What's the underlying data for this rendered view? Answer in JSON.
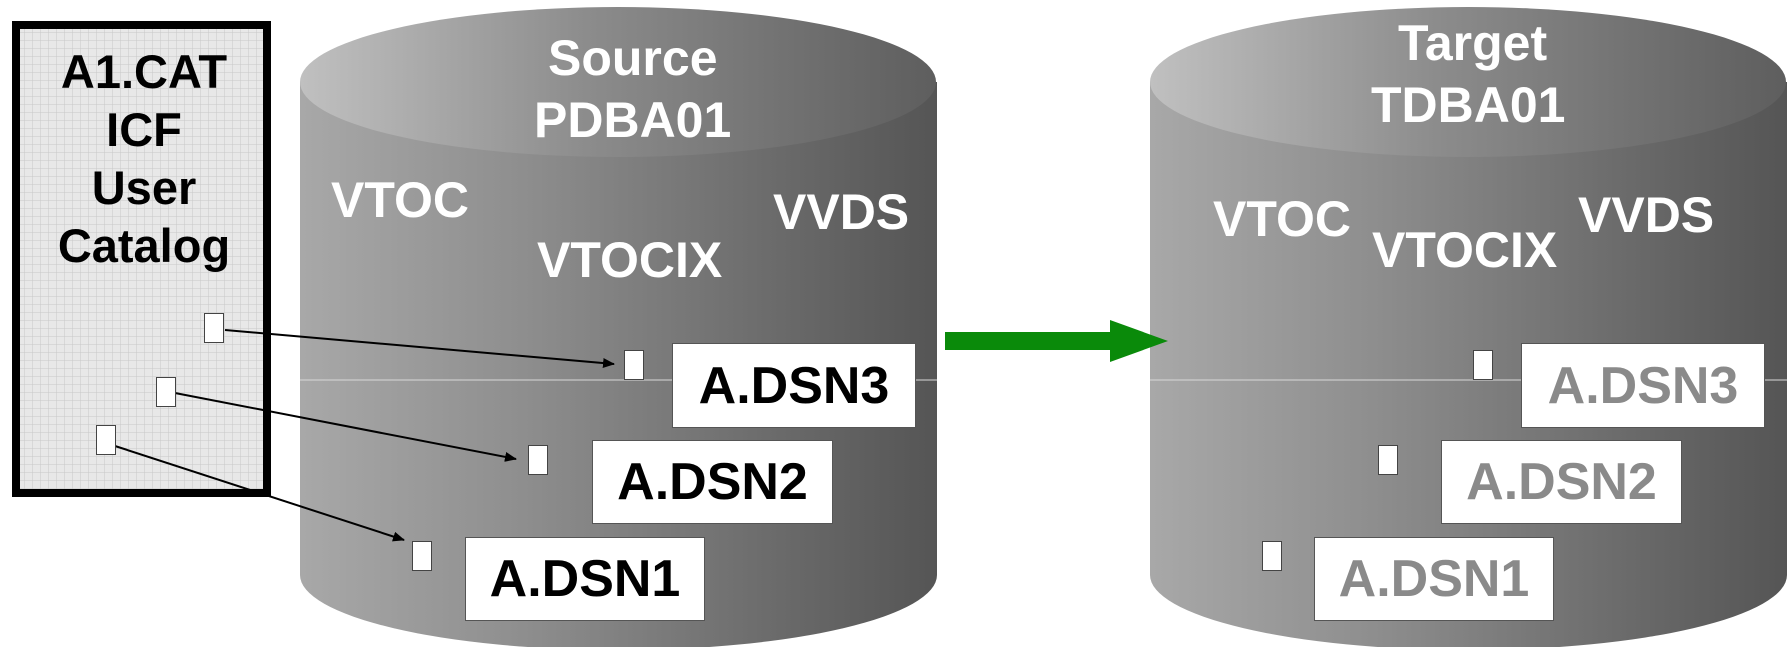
{
  "catalog": {
    "lines": [
      "A1.CAT",
      "ICF",
      "User",
      "Catalog"
    ]
  },
  "source": {
    "title": "Source",
    "volser": "PDBA01",
    "vtoc": "VTOC",
    "vtocix": "VTOCIX",
    "vvds": "VVDS",
    "datasets": [
      "A.DSN3",
      "A.DSN2",
      "A.DSN1"
    ]
  },
  "target": {
    "title": "Target",
    "volser": "TDBA01",
    "vtoc": "VTOC",
    "vtocix": "VTOCIX",
    "vvds": "VVDS",
    "datasets": [
      "A.DSN3",
      "A.DSN2",
      "A.DSN1"
    ]
  },
  "colors": {
    "arrow": "#0a8a0a",
    "cylinder_dark": "#5a5a5a",
    "cylinder_light": "#b4b4b4",
    "catalog_fill": "#e6e6e6",
    "target_text": "#8a8a8a"
  }
}
